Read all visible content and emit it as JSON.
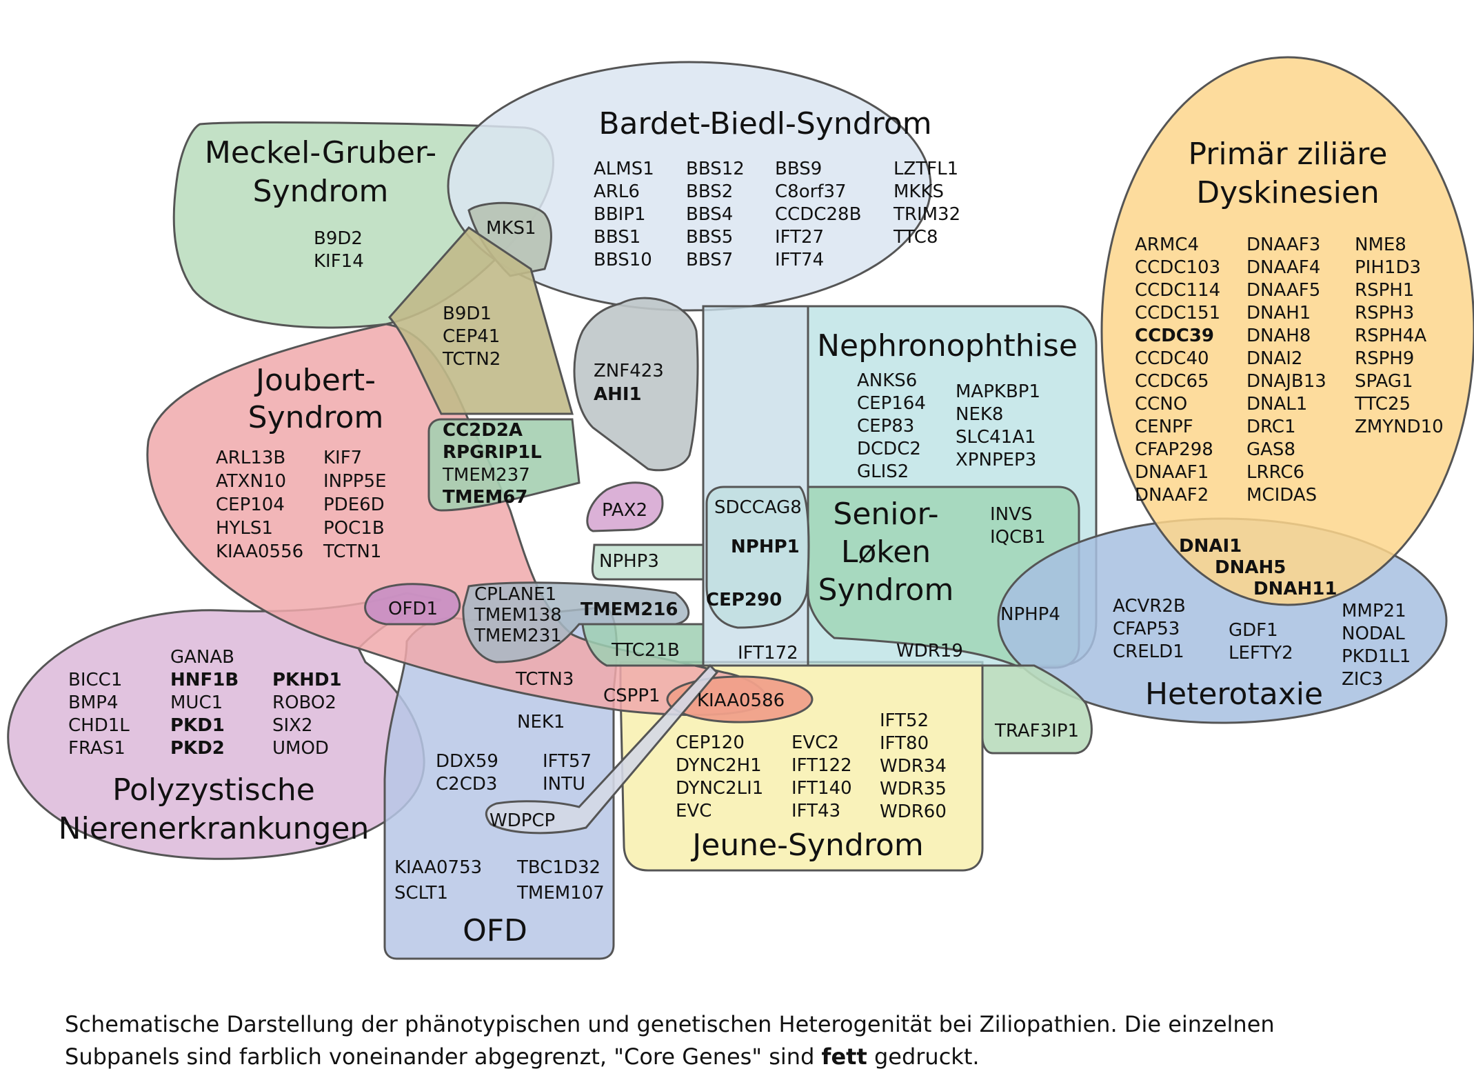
{
  "groups": {
    "meckel": {
      "title": [
        "Meckel-Gruber-",
        "Syndrom"
      ],
      "color": "#b9dcbc",
      "genes": [
        "B9D2",
        "KIF14"
      ]
    },
    "bbs": {
      "title": [
        "Bardet-Biedl-Syndrom"
      ],
      "color": "#dbe5f1",
      "genes": [
        [
          "ALMS1",
          "ARL6",
          "BBIP1",
          "BBS1",
          "BBS10"
        ],
        [
          "BBS12",
          "BBS2",
          "BBS4",
          "BBS5",
          "BBS7"
        ],
        [
          "BBS9",
          "C8orf37",
          "CCDC28B",
          "IFT27",
          "IFT74"
        ],
        [
          "LZTFL1",
          "MKKS",
          "TRIM32",
          "TTC8"
        ]
      ]
    },
    "pcd": {
      "title": [
        "Primär ziliäre",
        "Dyskinesien"
      ],
      "color": "#fdd68c",
      "genes": [
        [
          "ARMC4",
          "CCDC103",
          "CCDC114",
          "CCDC151",
          "CCDC39",
          "CCDC40",
          "CCDC65",
          "CCNO",
          "CENPF",
          "CFAP298",
          "DNAAF1",
          "DNAAF2"
        ],
        [
          "DNAAF3",
          "DNAAF4",
          "DNAAF5",
          "DNAH1",
          "DNAH8",
          "DNAI2",
          "DNAJB13",
          "DNAL1",
          "DRC1",
          "GAS8",
          "LRRC6",
          "MCIDAS"
        ],
        [
          "NME8",
          "PIH1D3",
          "RSPH1",
          "RSPH3",
          "RSPH4A",
          "RSPH9",
          "SPAG1",
          "TTC25",
          "ZMYND10"
        ]
      ],
      "core": [
        "CCDC39"
      ]
    },
    "joubert": {
      "title": [
        "Joubert-",
        "Syndrom"
      ],
      "color": "#f0a9ab",
      "genes": [
        [
          "ARL13B",
          "ATXN10",
          "CEP104",
          "HYLS1",
          "KIAA0556"
        ],
        [
          "KIF7",
          "INPP5E",
          "PDE6D",
          "POC1B",
          "TCTN1"
        ]
      ]
    },
    "nphp": {
      "title": [
        "Nephronophthise"
      ],
      "color": "#b7e0e3",
      "genes": [
        [
          "ANKS6",
          "CEP164",
          "CEP83",
          "DCDC2",
          "GLIS2"
        ],
        [
          "MAPKBP1",
          "NEK8",
          "SLC41A1",
          "XPNPEP3"
        ]
      ]
    },
    "senior": {
      "title": [
        "Senior-",
        "Løken",
        "Syndrom"
      ],
      "color": "#9fd4b4",
      "genes": [
        "INVS",
        "IQCB1"
      ]
    },
    "hetero": {
      "title": [
        "Heterotaxie"
      ],
      "color": "#a7bfe0",
      "genes": [
        [
          "ACVR2B",
          "CFAP53",
          "CRELD1"
        ],
        [
          "GDF1",
          "LEFTY2"
        ],
        [
          "MMP21",
          "NODAL",
          "PKD1L1",
          "ZIC3"
        ]
      ],
      "shared_pcd": [
        "DNAI1",
        "DNAH5",
        "DNAH11"
      ]
    },
    "pkd": {
      "title": [
        "Polyzystische",
        "Nierenerkrankungen"
      ],
      "color": "#dcb8d9",
      "genes": [
        [
          "BICC1",
          "BMP4",
          "CHD1L",
          "FRAS1"
        ],
        [
          "GANAB",
          "HNF1B",
          "MUC1",
          "PKD1",
          "PKD2"
        ],
        [
          "PKHD1",
          "ROBO2",
          "SIX2",
          "UMOD"
        ]
      ],
      "core": [
        "HNF1B",
        "PKHD1",
        "PKD1",
        "PKD2"
      ]
    },
    "ofd": {
      "title": [
        "OFD"
      ],
      "color": "#b7c7e6",
      "genes": [
        [
          "DDX59",
          "C2CD3"
        ],
        [
          "IFT57",
          "INTU"
        ],
        [
          "KIAA0753",
          "SCLT1"
        ],
        [
          "TBC1D32",
          "TMEM107"
        ]
      ]
    },
    "jeune": {
      "title": [
        "Jeune-Syndrom"
      ],
      "color": "#f8f1b3",
      "genes": [
        [
          "CEP120",
          "DYNC2H1",
          "DYNC2LI1",
          "EVC"
        ],
        [
          "EVC2",
          "IFT122",
          "IFT140",
          "IFT43"
        ],
        [
          "IFT52",
          "IFT80",
          "WDR34",
          "WDR35",
          "WDR60"
        ]
      ]
    }
  },
  "shared": {
    "mks1": "MKS1",
    "b9d1": [
      "B9D1",
      "CEP41",
      "TCTN2"
    ],
    "znf": [
      "ZNF423",
      "AHI1"
    ],
    "cc2d2a": [
      "CC2D2A",
      "RPGRIP1L",
      "TMEM237",
      "TMEM67"
    ],
    "pax2": "PAX2",
    "sdccag8": "SDCCAG8",
    "nphp1": "NPHP1",
    "nphp3": "NPHP3",
    "cep290": "CEP290",
    "ofd1": "OFD1",
    "cplane": [
      "CPLANE1",
      "TMEM138",
      "TMEM231"
    ],
    "tmem216": "TMEM216",
    "ttc21b": "TTC21B",
    "ift172": "IFT172",
    "wdr19": "WDR19",
    "nphp4": "NPHP4",
    "tctn3": "TCTN3",
    "cspp1": "CSPP1",
    "kiaa0586": "KIAA0586",
    "nek1": "NEK1",
    "traf3ip1": "TRAF3IP1",
    "wdpcp": "WDPCP"
  },
  "caption": {
    "line1": "Schematische Darstellung der phänotypischen und genetischen Heterogenität bei Ziliopathien. Die einzelnen",
    "line2_pre": "Subpanels sind farblich voneinander abgegrenzt, \"Core Genes\" sind ",
    "line2_bold": "fett",
    "line2_post": " gedruckt."
  }
}
